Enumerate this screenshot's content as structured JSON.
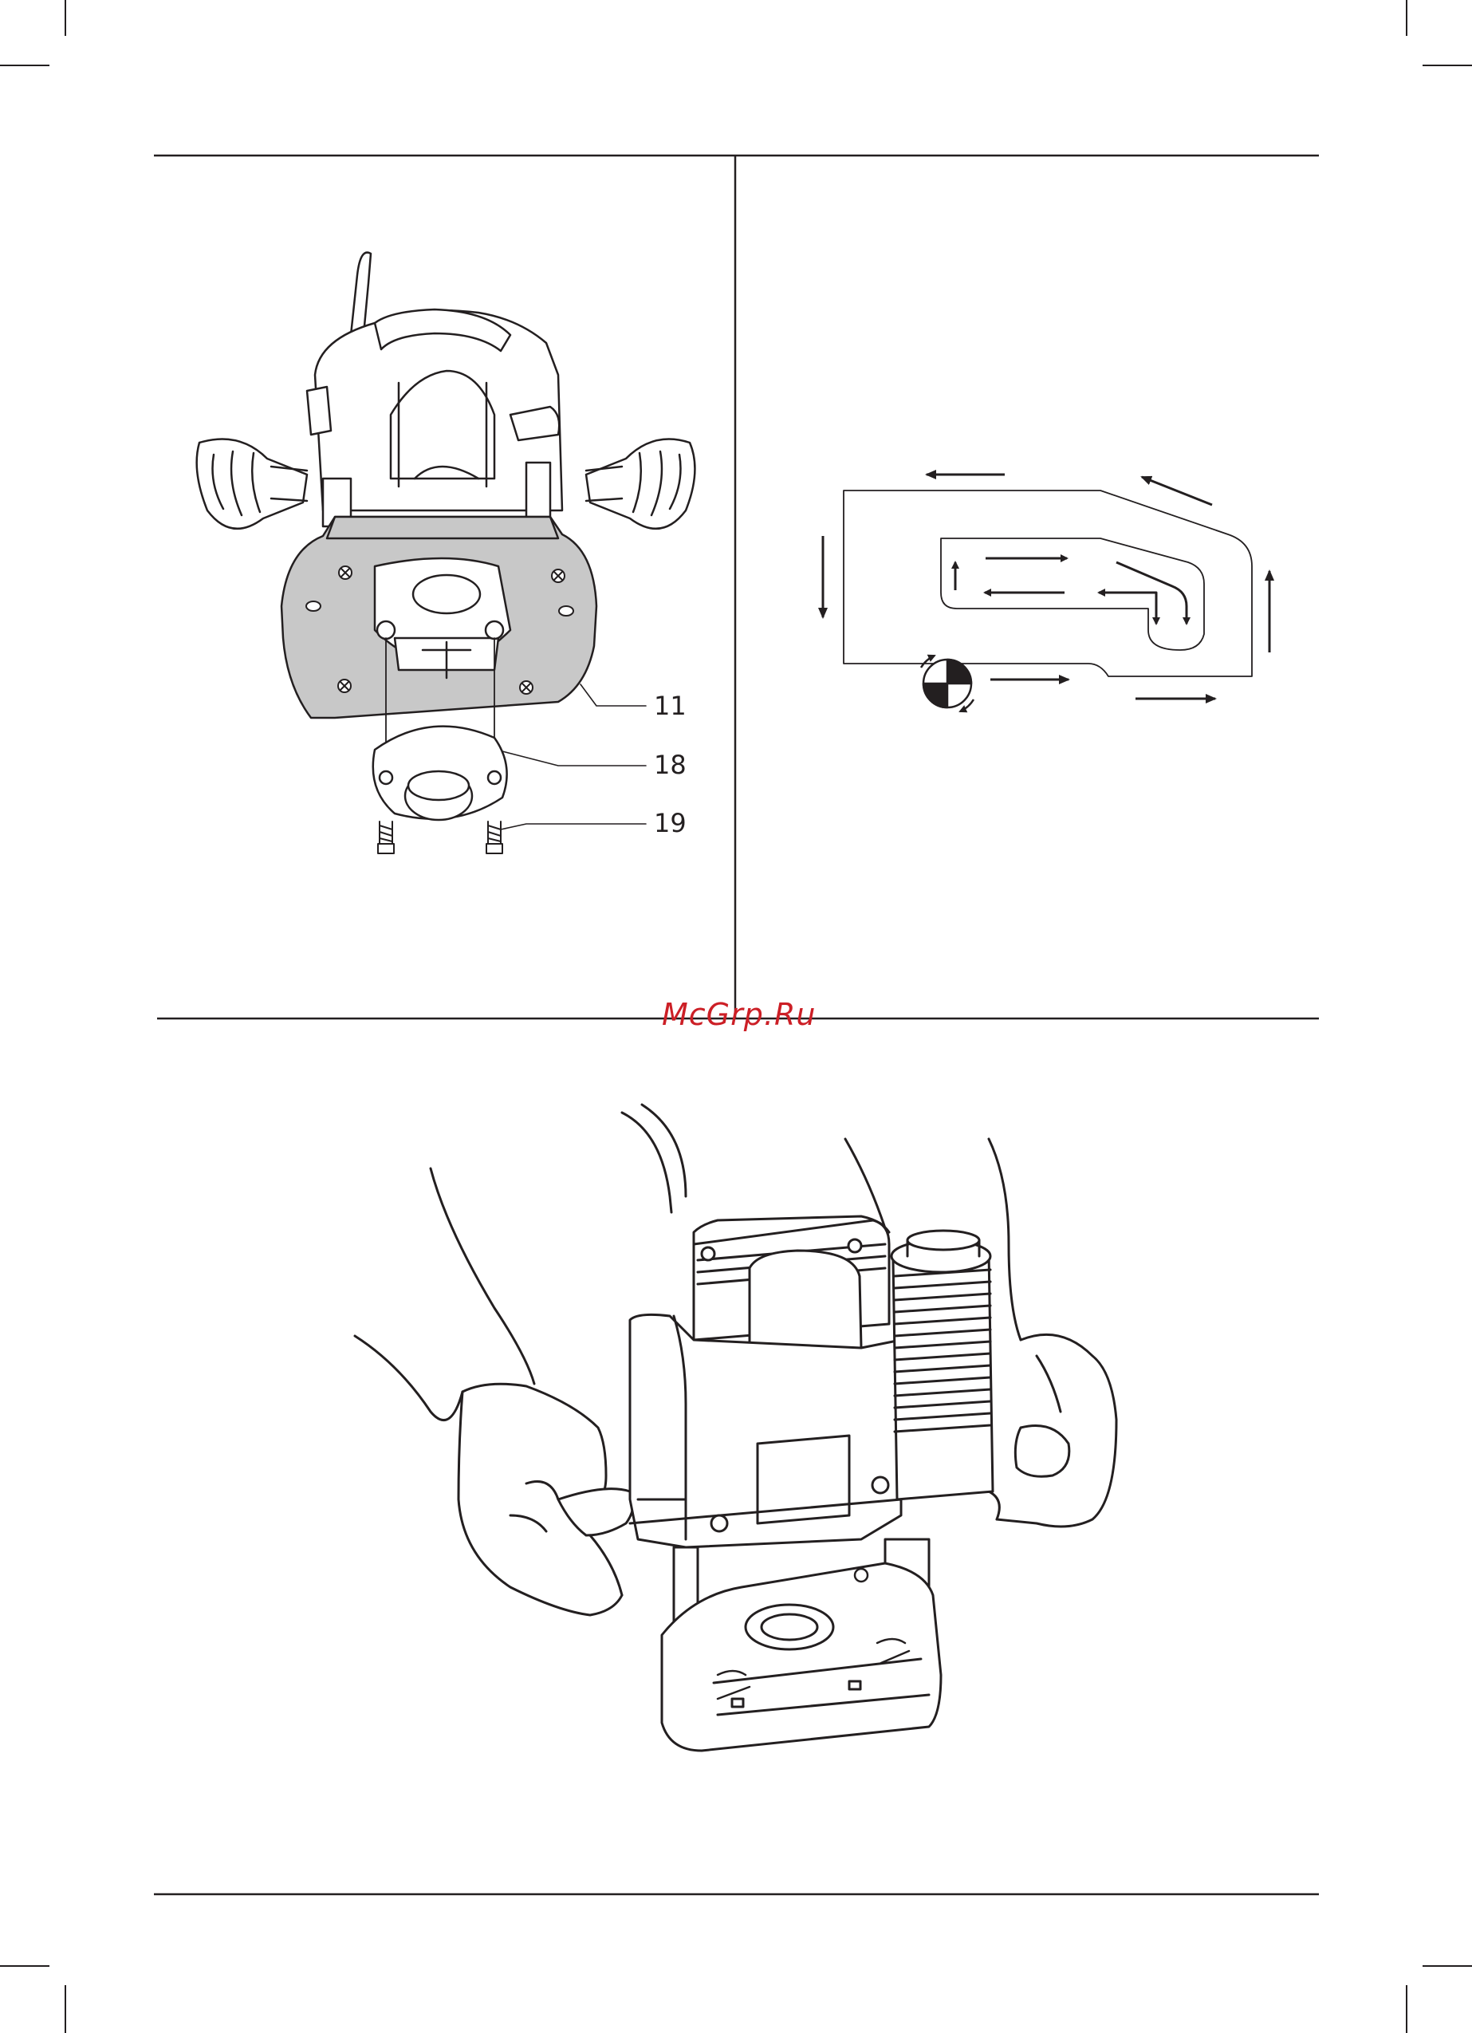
{
  "page": {
    "watermark": "McGrp.Ru",
    "colors": {
      "ink": "#231f20",
      "base_fill": "#c8c8c8",
      "watermark": "#cc1f26"
    }
  },
  "figures": {
    "base_mounting": {
      "callouts": [
        {
          "label": "11"
        },
        {
          "label": "18"
        },
        {
          "label": "19"
        }
      ]
    },
    "routing_direction": {
      "icons": [
        "arrow-icon",
        "rotation-direction-icon"
      ]
    },
    "operation": {
      "icons": [
        "hands-icon",
        "router-icon"
      ]
    }
  }
}
